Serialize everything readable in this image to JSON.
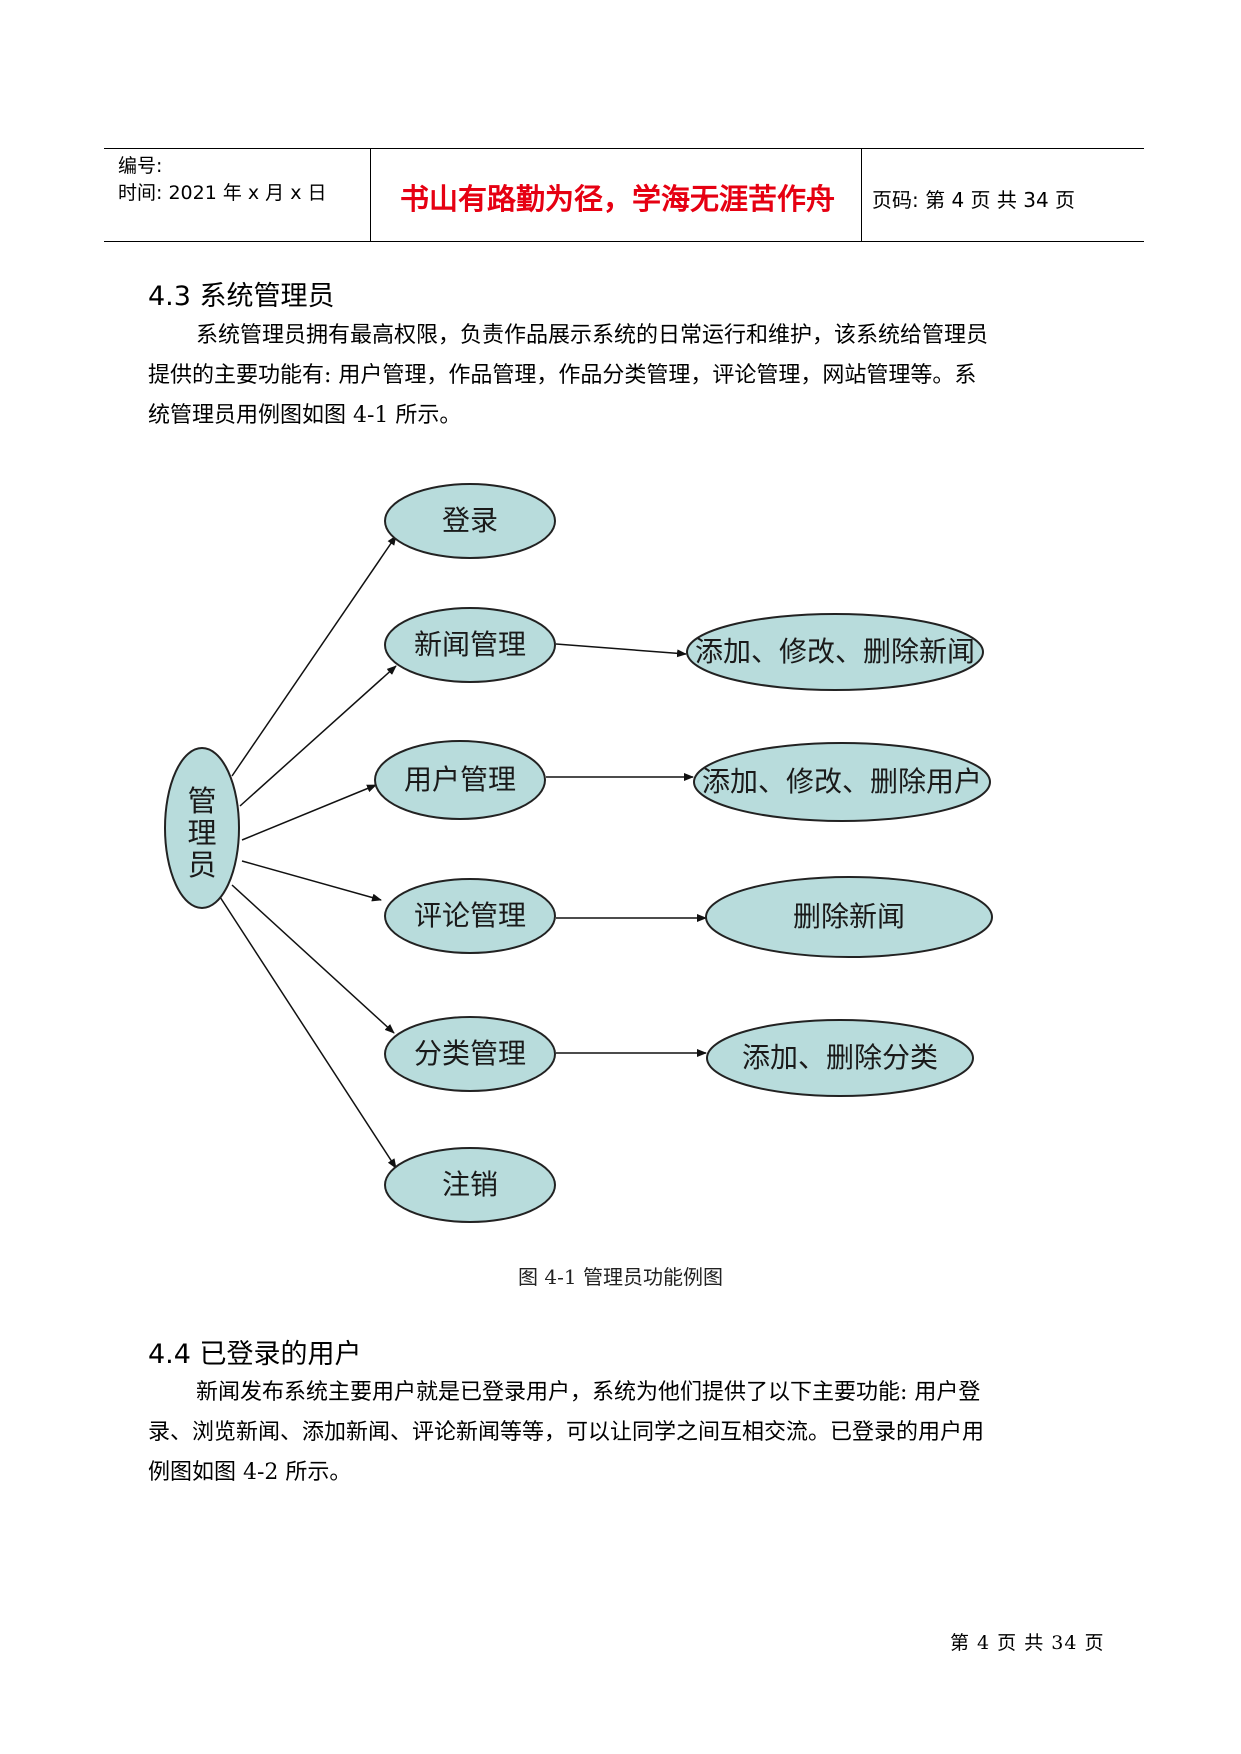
{
  "header": {
    "number_label": "编号:",
    "time_label": "时间: 2021 年 x 月 x 日",
    "motto": "书山有路勤为径，学海无涯苦作舟",
    "page_code": "页码: 第 4 页  共 34 页"
  },
  "section_43": {
    "title": "4.3  系统管理员",
    "lines": [
      "系统管理员拥有最高权限，负责作品展示系统的日常运行和维护，该系统给管理员",
      "提供的主要功能有: 用户管理，作品管理，作品分类管理，评论管理，网站管理等。系",
      "统管理员用例图如图 4-1 所示。"
    ]
  },
  "diagram": {
    "actor": [
      "管",
      "理",
      "员"
    ],
    "functions": [
      "登录",
      "新闻管理",
      "用户管理",
      "评论管理",
      "分类管理",
      "注销"
    ],
    "sub_functions": [
      "添加、修改、删除新闻",
      "添加、修改、删除用户",
      "删除新闻",
      "添加、删除分类"
    ],
    "caption": "图 4-1 管理员功能例图",
    "colors": {
      "fill": "#b8dcdc",
      "stroke": "#222222"
    }
  },
  "section_44": {
    "title": "4.4  已登录的用户",
    "lines": [
      "新闻发布系统主要用户就是已登录用户，系统为他们提供了以下主要功能: 用户登",
      "录、浏览新闻、添加新闻、评论新闻等等，可以让同学之间互相交流。已登录的用户用",
      "例图如图 4-2 所示。"
    ]
  },
  "footer": {
    "page": "第 4 页 共 34 页"
  }
}
